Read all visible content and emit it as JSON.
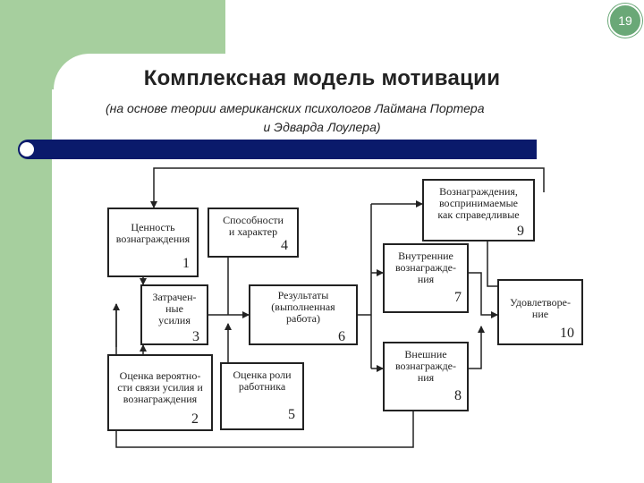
{
  "page_number": "19",
  "title": "Комплексная модель мотивации",
  "subtitle_line1": "(на основе теории американских психологов Лаймана Портера",
  "subtitle_line2": "и Эдварда Лоулера)",
  "boxes": {
    "b1": {
      "text": "Ценность\nвознаграждения",
      "num": "1"
    },
    "b2": {
      "text": "Оценка вероятно-\nсти связи усилия и\nвознаграждения",
      "num": "2"
    },
    "b3": {
      "text": "Затрачен-\nные\nусилия",
      "num": "3"
    },
    "b4": {
      "text": "Способности\nи характер",
      "num": "4"
    },
    "b5": {
      "text": "Оценка роли\nработника",
      "num": "5"
    },
    "b6": {
      "text": "Результаты\n(выполненная\nработа)",
      "num": "6"
    },
    "b7": {
      "text": "Внутренние\nвознагражде-\nния",
      "num": "7"
    },
    "b8": {
      "text": "Внешние\nвознагражде-\nния",
      "num": "8"
    },
    "b9": {
      "text": "Вознаграждения,\nвоспринимаемые\nкак справедливые",
      "num": "9"
    },
    "b10": {
      "text": "Удовлетворе-\nние",
      "num": "10"
    }
  }
}
